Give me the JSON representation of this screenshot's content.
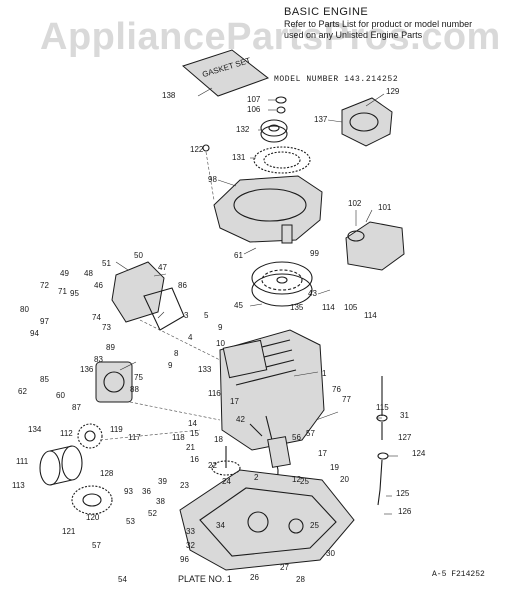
{
  "header": {
    "title": "BASIC ENGINE",
    "note": "Refer to Parts List for product or model number used on any Unlisted Engine Parts",
    "model": "MODEL NUMBER 143.214252"
  },
  "watermark": "AppliancePartsPros.com",
  "gasket_label": "GASKET SET",
  "footer": {
    "plate": "PLATE NO. 1",
    "ref": "A-5  F214252"
  },
  "callouts": [
    {
      "id": "c138",
      "label": "138"
    },
    {
      "id": "c107",
      "label": "107"
    },
    {
      "id": "c106",
      "label": "106"
    },
    {
      "id": "c129",
      "label": "129"
    },
    {
      "id": "c132",
      "label": "132"
    },
    {
      "id": "c137",
      "label": "137"
    },
    {
      "id": "c122",
      "label": "122"
    },
    {
      "id": "c131",
      "label": "131"
    },
    {
      "id": "c98",
      "label": "98"
    },
    {
      "id": "c102",
      "label": "102"
    },
    {
      "id": "c101",
      "label": "101"
    },
    {
      "id": "c61",
      "label": "61"
    },
    {
      "id": "c99",
      "label": "99"
    },
    {
      "id": "c50",
      "label": "50"
    },
    {
      "id": "c51",
      "label": "51"
    },
    {
      "id": "c47",
      "label": "47"
    },
    {
      "id": "c49",
      "label": "49"
    },
    {
      "id": "c48",
      "label": "48"
    },
    {
      "id": "c72",
      "label": "72"
    },
    {
      "id": "c71",
      "label": "71"
    },
    {
      "id": "c95",
      "label": "95"
    },
    {
      "id": "c46",
      "label": "46"
    },
    {
      "id": "c80",
      "label": "80"
    },
    {
      "id": "c97",
      "label": "97"
    },
    {
      "id": "c74",
      "label": "74"
    },
    {
      "id": "c73",
      "label": "73"
    },
    {
      "id": "c94",
      "label": "94"
    },
    {
      "id": "c86",
      "label": "86"
    },
    {
      "id": "c45",
      "label": "45"
    },
    {
      "id": "c135",
      "label": "135"
    },
    {
      "id": "c43",
      "label": "43"
    },
    {
      "id": "c114a",
      "label": "114"
    },
    {
      "id": "c105",
      "label": "105"
    },
    {
      "id": "c114b",
      "label": "114"
    },
    {
      "id": "c3",
      "label": "3"
    },
    {
      "id": "c5",
      "label": "5"
    },
    {
      "id": "c9a",
      "label": "9"
    },
    {
      "id": "c89",
      "label": "89"
    },
    {
      "id": "c4",
      "label": "4"
    },
    {
      "id": "c10",
      "label": "10"
    },
    {
      "id": "c8",
      "label": "8"
    },
    {
      "id": "c9b",
      "label": "9"
    },
    {
      "id": "c83",
      "label": "83"
    },
    {
      "id": "c85",
      "label": "85"
    },
    {
      "id": "c136",
      "label": "136"
    },
    {
      "id": "c62",
      "label": "62"
    },
    {
      "id": "c60",
      "label": "60"
    },
    {
      "id": "c75",
      "label": "75"
    },
    {
      "id": "c133",
      "label": "133"
    },
    {
      "id": "c1",
      "label": "1"
    },
    {
      "id": "c76",
      "label": "76"
    },
    {
      "id": "c77",
      "label": "77"
    },
    {
      "id": "c88",
      "label": "88"
    },
    {
      "id": "c87",
      "label": "87"
    },
    {
      "id": "c116",
      "label": "116"
    },
    {
      "id": "c115",
      "label": "115"
    },
    {
      "id": "c31",
      "label": "31"
    },
    {
      "id": "c17",
      "label": "17"
    },
    {
      "id": "c42",
      "label": "42"
    },
    {
      "id": "c56",
      "label": "56"
    },
    {
      "id": "c57",
      "label": "57"
    },
    {
      "id": "c134",
      "label": "134"
    },
    {
      "id": "c112",
      "label": "112"
    },
    {
      "id": "c119",
      "label": "119"
    },
    {
      "id": "c117",
      "label": "117"
    },
    {
      "id": "c118",
      "label": "118"
    },
    {
      "id": "c14",
      "label": "14"
    },
    {
      "id": "c15",
      "label": "15"
    },
    {
      "id": "c18",
      "label": "18"
    },
    {
      "id": "c127",
      "label": "127"
    },
    {
      "id": "c111",
      "label": "111"
    },
    {
      "id": "c21",
      "label": "21"
    },
    {
      "id": "c16",
      "label": "16"
    },
    {
      "id": "c2",
      "label": "2"
    },
    {
      "id": "c12",
      "label": "12"
    },
    {
      "id": "c124",
      "label": "124"
    },
    {
      "id": "c113",
      "label": "113"
    },
    {
      "id": "c128",
      "label": "128"
    },
    {
      "id": "c22",
      "label": "22"
    },
    {
      "id": "c39",
      "label": "39"
    },
    {
      "id": "c17b",
      "label": "17"
    },
    {
      "id": "c19",
      "label": "19"
    },
    {
      "id": "c20",
      "label": "20"
    },
    {
      "id": "c93",
      "label": "93"
    },
    {
      "id": "c36",
      "label": "36"
    },
    {
      "id": "c23",
      "label": "23"
    },
    {
      "id": "c24",
      "label": "24"
    },
    {
      "id": "c120",
      "label": "120"
    },
    {
      "id": "c25a",
      "label": "25"
    },
    {
      "id": "c125",
      "label": "125"
    },
    {
      "id": "c38",
      "label": "38"
    },
    {
      "id": "c126",
      "label": "126"
    },
    {
      "id": "c121",
      "label": "121"
    },
    {
      "id": "c53",
      "label": "53"
    },
    {
      "id": "c52",
      "label": "52"
    },
    {
      "id": "c34",
      "label": "34"
    },
    {
      "id": "c25b",
      "label": "25"
    },
    {
      "id": "c33",
      "label": "33"
    },
    {
      "id": "c57b",
      "label": "57"
    },
    {
      "id": "c32",
      "label": "32"
    },
    {
      "id": "c96",
      "label": "96"
    },
    {
      "id": "c30",
      "label": "30"
    },
    {
      "id": "c27",
      "label": "27"
    },
    {
      "id": "c54",
      "label": "54"
    },
    {
      "id": "c26",
      "label": "26"
    },
    {
      "id": "c28",
      "label": "28"
    }
  ]
}
